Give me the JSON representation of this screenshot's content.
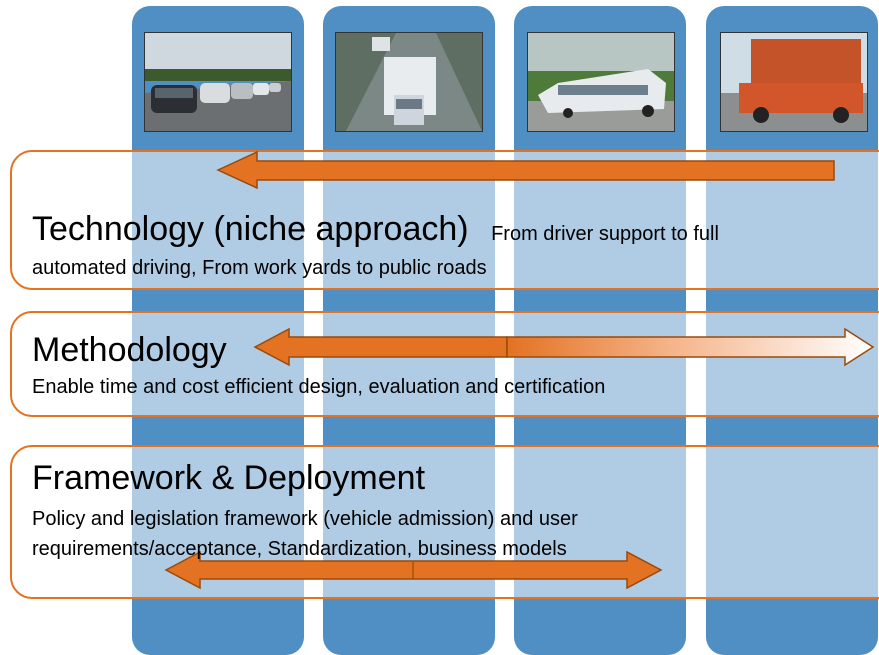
{
  "colors": {
    "column": "#4f8fc3",
    "band_border": "#e37222",
    "arrow_fill": "#e37222",
    "arrow_border": "#9a4a0c"
  },
  "columns": [
    {
      "photo": "passenger-cars-platoon"
    },
    {
      "photo": "truck-on-highway"
    },
    {
      "photo": "articulated-bus"
    },
    {
      "photo": "container-yard-vehicle"
    }
  ],
  "technology": {
    "title": "Technology (niche approach)",
    "desc_line1": "From driver support to full",
    "desc_line2": "automated driving, From work yards to public roads"
  },
  "methodology": {
    "title": "Methodology",
    "desc": "Enable time and cost efficient design, evaluation and certification"
  },
  "framework": {
    "title": "Framework & Deployment",
    "desc_line1": "Policy and legislation framework (vehicle admission) and user",
    "desc_line2": "requirements/acceptance, Standardization, business models"
  }
}
